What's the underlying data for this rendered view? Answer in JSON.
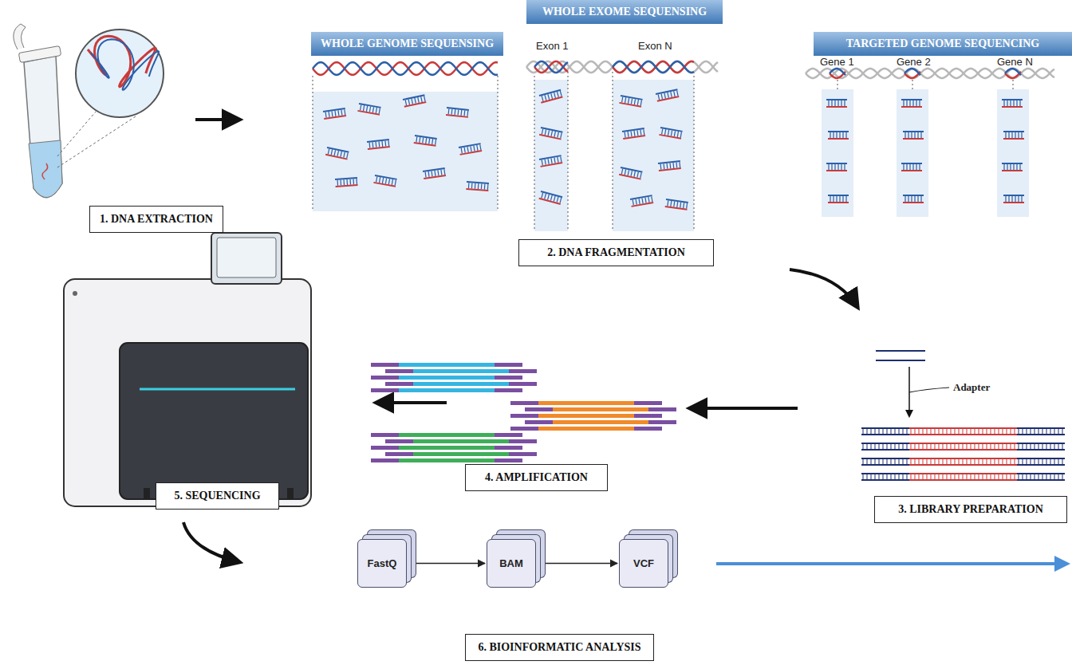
{
  "diagram": {
    "nodes": [
      {
        "text": [
          "WHOLE EXOME SEQUENSING"
        ]
      },
      {
        "text": [
          "WHOLE GENOME SEQUENSING"
        ]
      },
      {
        "text": [
          "TARGETED GENOME SEQUENCING"
        ]
      },
      {
        "text": [
          "1. DNA EXTRACTION"
        ]
      },
      {
        "text": [
          "2. DNA FRAGMENTATION"
        ]
      },
      {
        "text": [
          "3. LIBRARY PREPARATION"
        ]
      },
      {
        "text": [
          "4. AMPLIFICATION"
        ]
      },
      {
        "text": [
          "5. SEQUENCING"
        ]
      },
      {
        "text": [
          "FastQ"
        ]
      },
      {
        "text": [
          "BAM"
        ]
      },
      {
        "text": [
          "VCF"
        ]
      },
      {
        "text": [
          "6. BIOINFORMATIC ANALYSIS"
        ]
      }
    ],
    "edges": [
      {
        "from": 8,
        "to": 9,
        "arrow": "to"
      },
      {
        "from": 9,
        "to": 10,
        "arrow": "to"
      }
    ],
    "labels": [
      "Exon 1",
      "Exon N",
      "Gene 1",
      "Gene 2",
      "Gene N",
      "Adapter"
    ]
  }
}
